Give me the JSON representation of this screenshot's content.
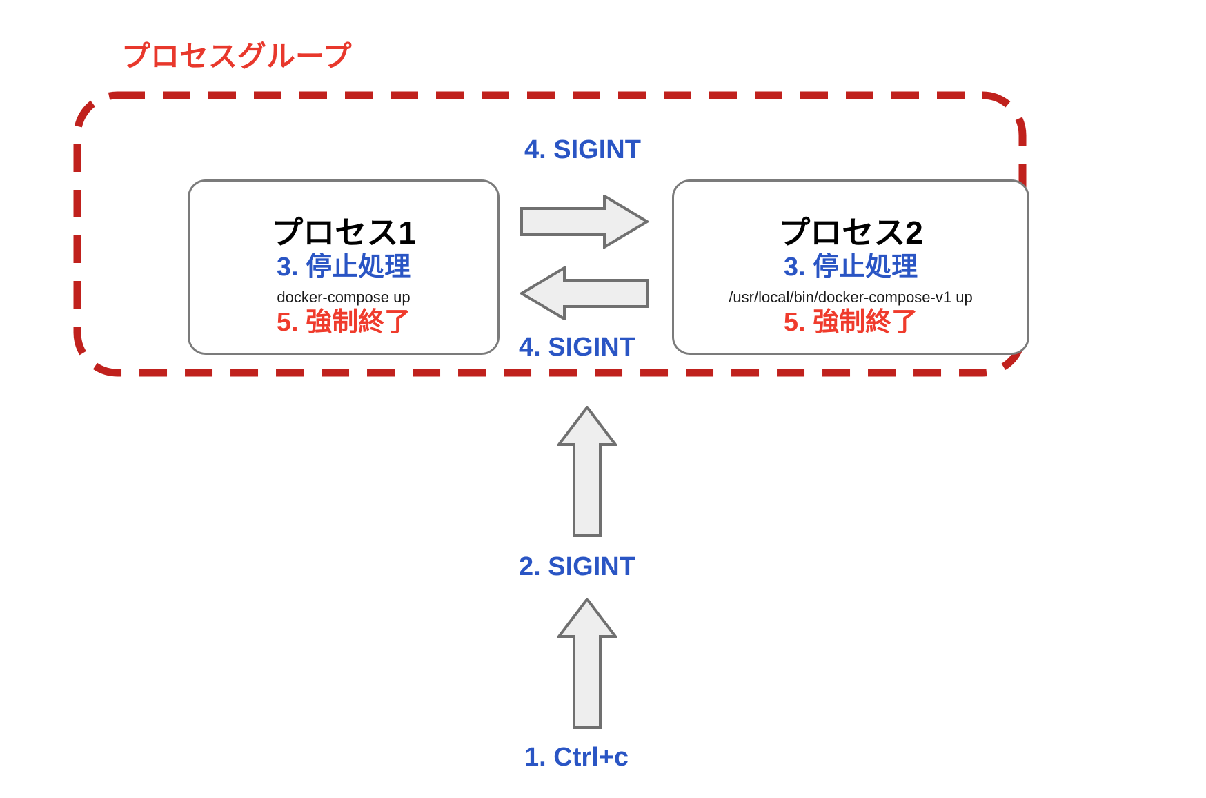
{
  "diagram": {
    "title": "プロセスグループ",
    "title_color": "#e8382c",
    "background": "#ffffff",
    "group_boundary": {
      "style": "dashed",
      "color": "#c0211d",
      "shape": "rounded-rectangle"
    },
    "processes": [
      {
        "id": "process-1",
        "name": "プロセス1",
        "step_blue": "3. 停止処理",
        "command": "docker-compose up",
        "step_red": "5. 強制終了",
        "blue_color": "#2a55c4",
        "red_color": "#ef3b2c",
        "border_color": "#7b7b7b"
      },
      {
        "id": "process-2",
        "name": "プロセス2",
        "step_blue": "3. 停止処理",
        "command": "/usr/local/bin/docker-compose-v1 up",
        "step_red": "5. 強制終了",
        "blue_color": "#2a55c4",
        "red_color": "#ef3b2c",
        "border_color": "#7b7b7b"
      }
    ],
    "signals": {
      "sigint_top": "4. SIGINT",
      "sigint_bottom": "4. SIGINT",
      "sigint_outer": "2. SIGINT",
      "ctrl_c": "1. Ctrl+c",
      "label_color": "#2a55c4"
    },
    "arrows": [
      {
        "name": "arrow-process1-to-process2",
        "direction": "right",
        "fill": "#eeeeee",
        "stroke": "#707070"
      },
      {
        "name": "arrow-process2-to-process1",
        "direction": "left",
        "fill": "#eeeeee",
        "stroke": "#707070"
      },
      {
        "name": "arrow-sigint-into-group",
        "direction": "up",
        "fill": "#eeeeee",
        "stroke": "#707070"
      },
      {
        "name": "arrow-ctrlc-to-sigint",
        "direction": "up",
        "fill": "#eeeeee",
        "stroke": "#707070"
      }
    ]
  }
}
